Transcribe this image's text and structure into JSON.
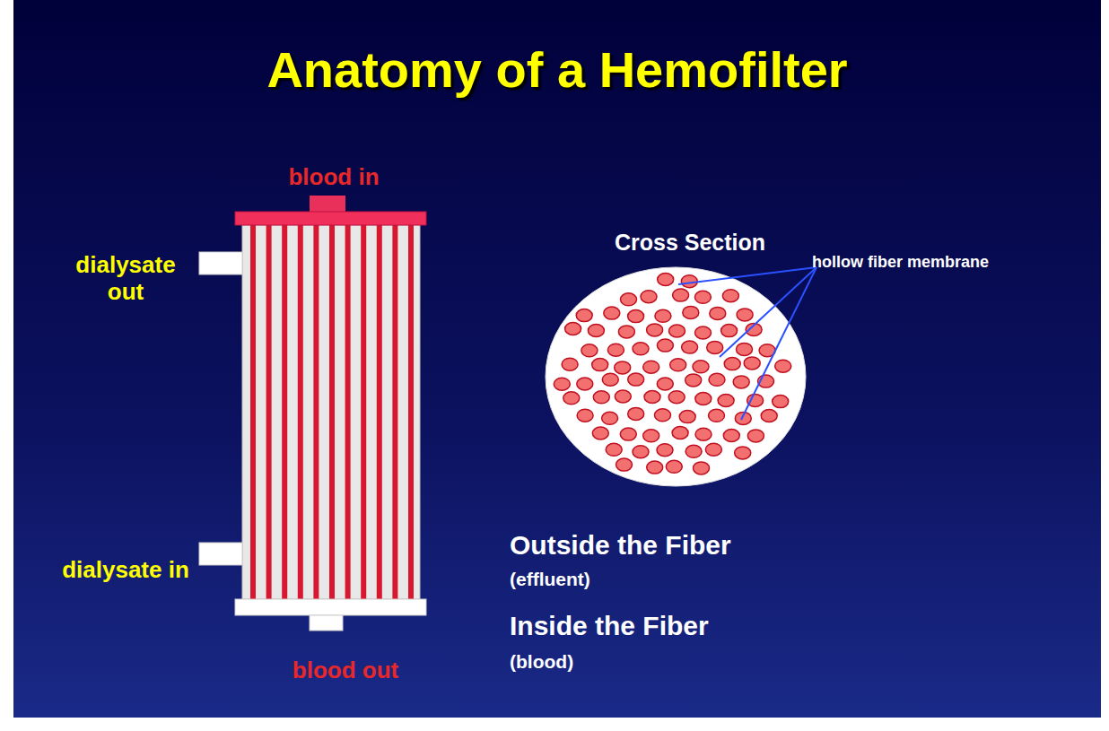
{
  "diagram": {
    "title": "Anatomy of a Hemofilter",
    "labels": [
      "blood in",
      "dialysate out",
      "dialysate in",
      "blood out",
      "Cross Section",
      "hollow fiber membrane",
      "Outside the Fiber",
      "(effluent)",
      "Inside the Fiber",
      "(blood)"
    ]
  }
}
